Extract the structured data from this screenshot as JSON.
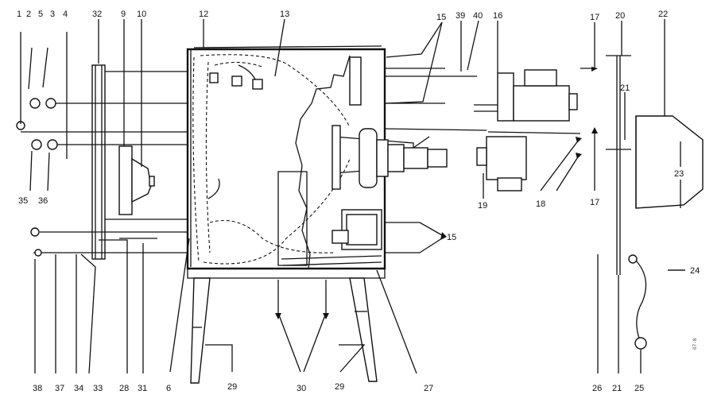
{
  "callouts": {
    "c1": "1",
    "c2": "2",
    "c5": "5",
    "c3": "3",
    "c4": "4",
    "c32": "32",
    "c9": "9",
    "c10": "10",
    "c12": "12",
    "c13": "13",
    "c15a": "15",
    "c39": "39",
    "c40": "40",
    "c16": "16",
    "c17a": "17",
    "c20": "20",
    "c22": "22",
    "c21a": "21",
    "c23": "23",
    "c35": "35",
    "c36": "36",
    "c19": "19",
    "c18": "18",
    "c17b": "17",
    "c15b": "15",
    "c24": "24",
    "c38": "38",
    "c37": "37",
    "c34": "34",
    "c33": "33",
    "c28": "28",
    "c31": "31",
    "c6": "6",
    "c29a": "29",
    "c30": "30",
    "c29b": "29",
    "c27": "27",
    "c26": "26",
    "c21b": "21",
    "c25": "25"
  },
  "stamp": "07-8"
}
